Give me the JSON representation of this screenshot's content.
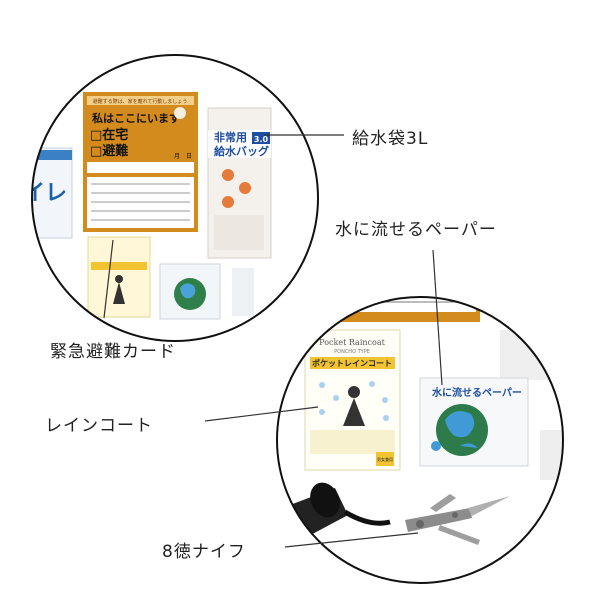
{
  "labels": {
    "water_bag": "給水袋3L",
    "flushable_paper": "水に流せるペーパー",
    "emergency_card": "緊急避難カード",
    "raincoat": "レインコート",
    "knife": "8徳ナイフ"
  },
  "products": {
    "card": {
      "banner": "避難する際は、家を離れて行動しましょう",
      "title": "私はここにいます",
      "option1": "□在宅",
      "option2": "□避難",
      "date": "月　日"
    },
    "water_bag": {
      "name_line1": "非常用",
      "name_line2": "給水バッグ",
      "volume": "3.0"
    },
    "raincoat": {
      "brand": "Pocket Raincoat",
      "sub": "PONCHO TYPE",
      "name": "ポケットレインコート",
      "size": "男女兼用"
    },
    "paper": {
      "name": "水に流せるペーパー"
    },
    "toilet": {
      "text": "イレ"
    }
  },
  "colors": {
    "card_orange": "#d38b1e",
    "line": "#333333",
    "circle": "#111111"
  }
}
